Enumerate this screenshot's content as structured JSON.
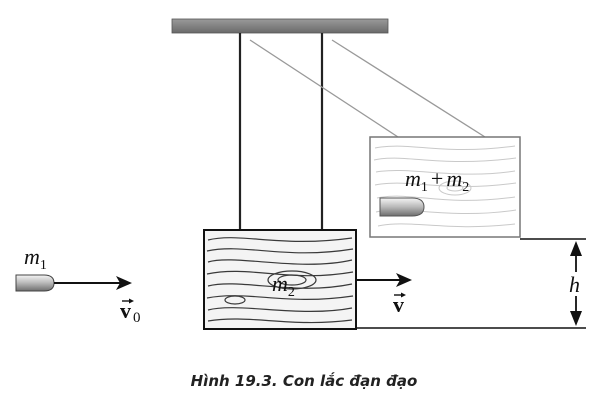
{
  "labels": {
    "m1": "m",
    "m1_sub": "1",
    "m2": "m",
    "m2_sub": "2",
    "combined_m": "m",
    "combined_sub1": "1",
    "combined_plus": "+",
    "combined_sub2": "2",
    "v": "v",
    "v0": "v",
    "v0_sub": "0",
    "h": "h"
  },
  "caption": "Hình 19.3. Con lắc đạn đạo"
}
